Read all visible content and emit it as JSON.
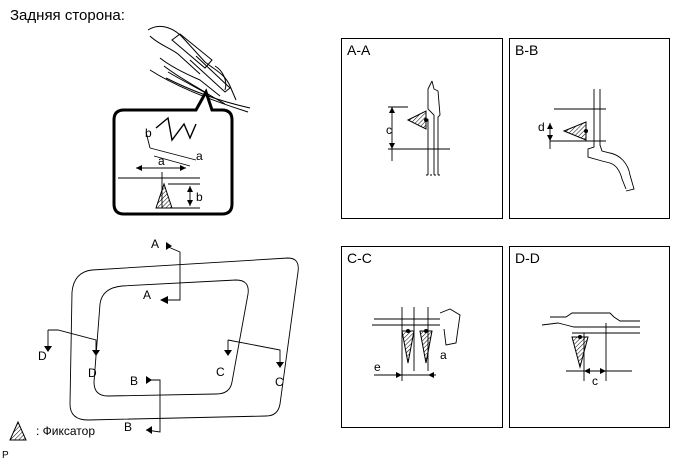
{
  "title": "Задняя сторона:",
  "panels": [
    {
      "label": "A-A",
      "dim": "c"
    },
    {
      "label": "B-B",
      "dim": "d"
    },
    {
      "label": "C-C",
      "dims": [
        "e",
        "a"
      ]
    },
    {
      "label": "D-D",
      "dim": "c"
    }
  ],
  "detail": {
    "labels": [
      "b",
      "a",
      "a",
      "b"
    ]
  },
  "glass": {
    "section_marks": [
      "A",
      "A",
      "B",
      "B",
      "C",
      "C",
      "D",
      "D"
    ]
  },
  "legend": {
    "text": ": Фиксатор"
  },
  "corner_mark": "P"
}
